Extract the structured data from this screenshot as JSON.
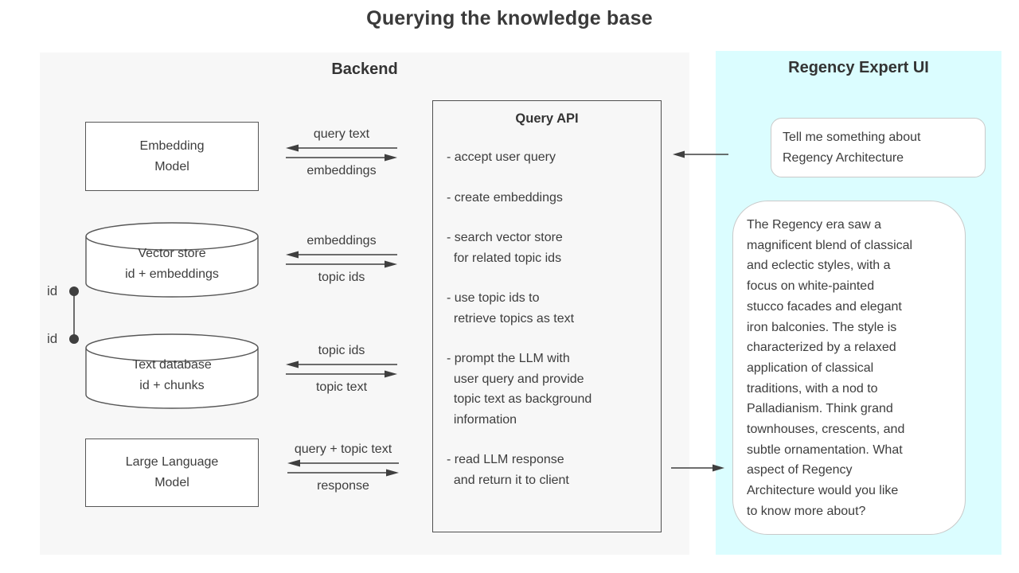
{
  "title": "Querying the knowledge base",
  "backend": {
    "header": "Backend",
    "nodes": [
      {
        "kind": "box",
        "label_line1": "Embedding",
        "label_line2": "Model"
      },
      {
        "kind": "cylinder",
        "label_line1": "Vector store",
        "label_line2": "id + embeddings"
      },
      {
        "kind": "cylinder",
        "label_line1": "Text database",
        "label_line2": "id + chunks"
      },
      {
        "kind": "box",
        "label_line1": "Large Language",
        "label_line2": "Model"
      }
    ],
    "id_link": {
      "top": "id",
      "bottom": "id"
    },
    "arrow_pairs": [
      {
        "top_label": "query text",
        "bottom_label": "embeddings"
      },
      {
        "top_label": "embeddings",
        "bottom_label": "topic ids"
      },
      {
        "top_label": "topic ids",
        "bottom_label": "topic text"
      },
      {
        "top_label": "query + topic text",
        "bottom_label": "response"
      }
    ],
    "query_api": {
      "title": "Query API",
      "items": [
        "- accept user query",
        "- create embeddings",
        "- search vector store\n  for related topic ids",
        "- use topic ids to\n  retrieve topics as text",
        "- prompt the LLM with\n  user query and provide\n  topic text as background\n  information",
        "- read LLM response\n  and return it to client"
      ]
    }
  },
  "regency_ui": {
    "header": "Regency Expert UI",
    "user_query_bubble": "Tell me something about\nRegency Architecture",
    "response_bubble": "The Regency era saw a\nmagnificent blend of classical\nand eclectic styles, with a\nfocus on white-painted\nstucco facades and elegant\niron balconies. The style is\ncharacterized by a relaxed\napplication of classical\ntraditions, with a nod to\nPalladianism. Think grand\ntownhouses, crescents, and\nsubtle ornamentation. What\naspect of Regency\nArchitecture would you like\nto know more about?"
  },
  "colors": {
    "backend_panel_bg": "#f7f7f7",
    "ui_panel_bg": "#dbfdff",
    "line_stroke": "#3f3f3f",
    "text": "#3d3d3d",
    "bubble_border": "#c9c9c9"
  }
}
